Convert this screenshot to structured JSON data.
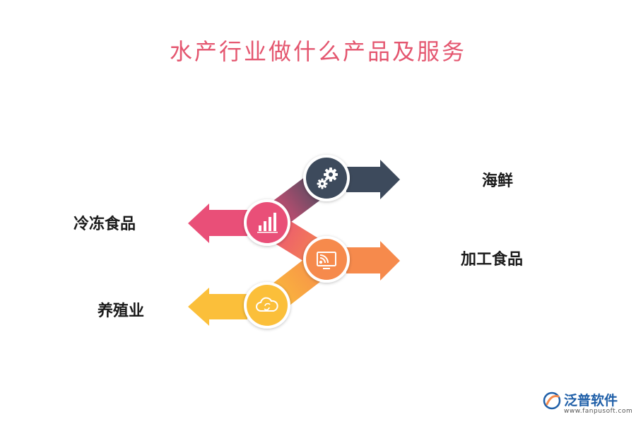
{
  "title": "水产行业做什么产品及服务",
  "colors": {
    "title": "#e4566f",
    "navy": "#3d4a5c",
    "pink": "#e94f78",
    "orange": "#f68a4c",
    "yellow": "#fbbf3a"
  },
  "items": [
    {
      "label": "海鲜",
      "icon": "gears-icon",
      "color": "#3d4a5c",
      "direction": "right"
    },
    {
      "label": "冷冻食品",
      "icon": "bar-chart-icon",
      "color": "#e94f78",
      "direction": "left"
    },
    {
      "label": "加工食品",
      "icon": "screen-broadcast-icon",
      "color": "#f68a4c",
      "direction": "right"
    },
    {
      "label": "养殖业",
      "icon": "cloud-sync-icon",
      "color": "#fbbf3a",
      "direction": "left"
    }
  ],
  "logo": {
    "name": "泛普软件",
    "url": "www.fanpusoft.com"
  }
}
